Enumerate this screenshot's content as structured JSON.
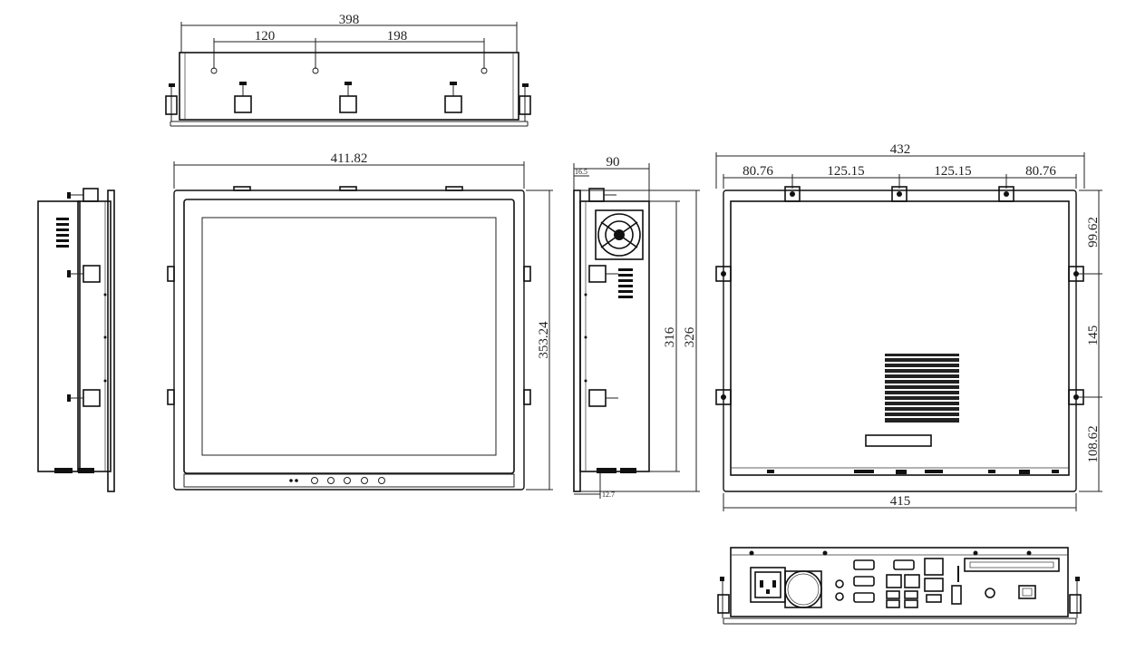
{
  "views": {
    "top": {
      "width": "398",
      "left_gap": "120",
      "right_gap": "198"
    },
    "front": {
      "width": "411.82",
      "height": "353.24"
    },
    "side": {
      "depth": "90",
      "flange": "16.5",
      "inner_height": "316",
      "outer_height": "326",
      "bottom_offset": "12.7"
    },
    "rear": {
      "width": "432",
      "spacing_1": "80.76",
      "spacing_2": "125.15",
      "spacing_3": "125.15",
      "spacing_4": "80.76",
      "top_offset": "99.62",
      "middle_spacing": "145",
      "bottom_offset": "108.62",
      "bottom_width": "415"
    },
    "io_panel": {}
  },
  "colors": {
    "line": "#222222",
    "background": "#ffffff"
  }
}
